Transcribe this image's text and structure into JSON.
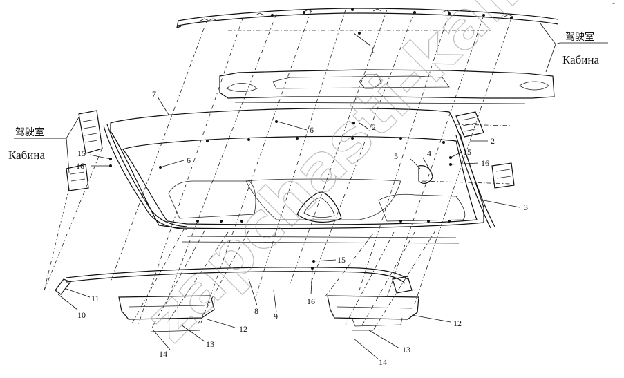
{
  "diagram": {
    "part_numbers": [
      "1",
      "2",
      "2",
      "3",
      "4",
      "5",
      "6",
      "6",
      "7",
      "8",
      "9",
      "10",
      "11",
      "12",
      "12",
      "13",
      "13",
      "14",
      "14",
      "15",
      "15",
      "15",
      "16",
      "16",
      "16"
    ],
    "cabin_labels": {
      "right": {
        "cn": "驾驶室",
        "ru": "Кабина"
      },
      "left": {
        "cn": "驾驶室",
        "ru": "Кабина"
      }
    },
    "corner_mark": "-"
  },
  "watermark": {
    "text": "zapchasti-kamaz.ru"
  }
}
